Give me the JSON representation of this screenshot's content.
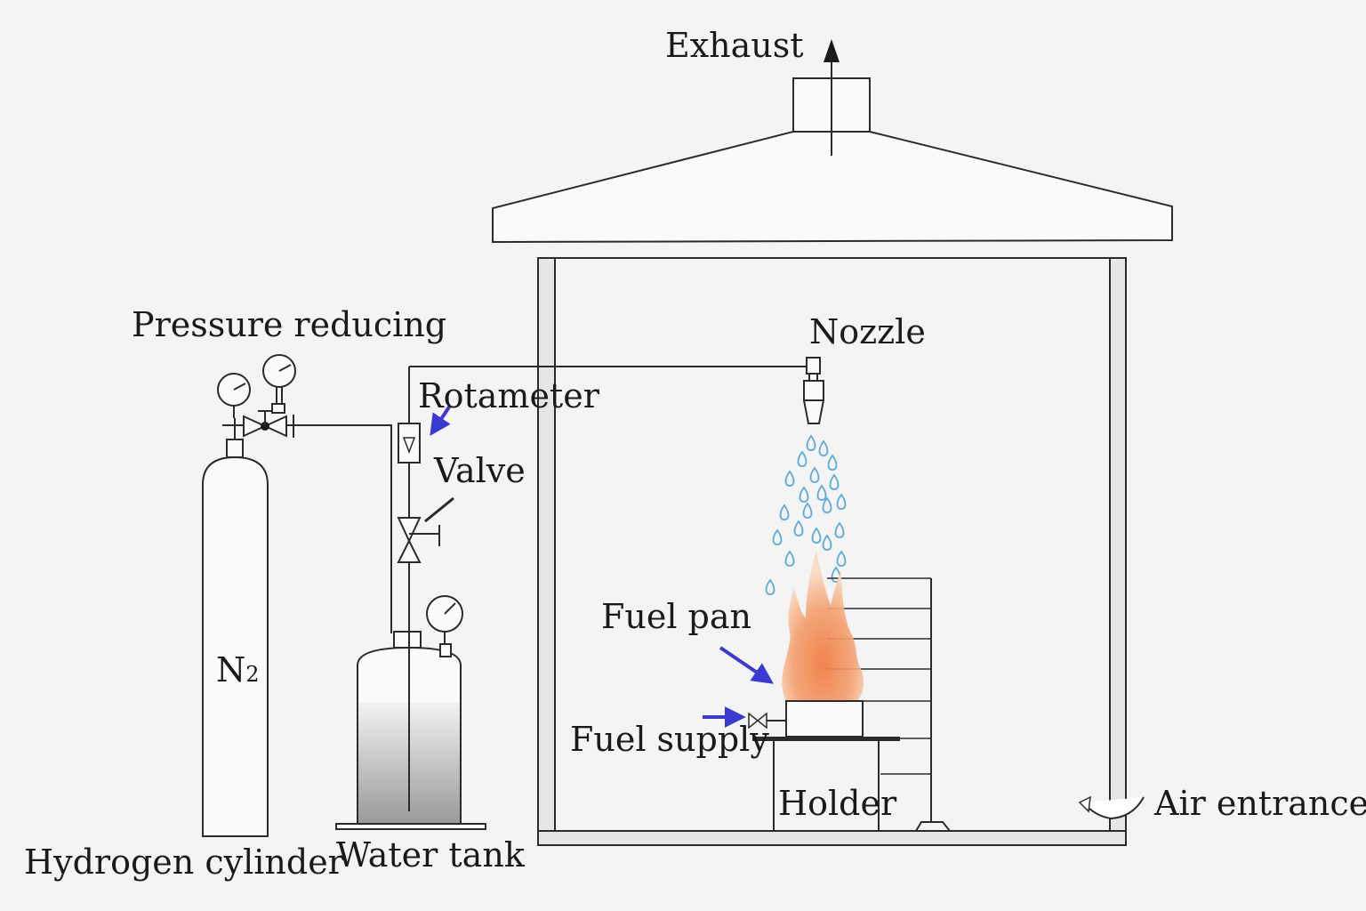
{
  "labels": {
    "exhaust": "Exhaust",
    "pressure_reducing": "Pressure reducing",
    "nozzle": "Nozzle",
    "rotameter": "Rotameter",
    "valve": "Valve",
    "fuel_pan": "Fuel pan",
    "fuel_supply": "Fuel supply",
    "holder": "Holder",
    "air_entrance": "Air entrance",
    "hydrogen_cylinder": "Hydrogen cylinder",
    "water_tank": "Water tank",
    "cylinder_gas": "N",
    "cylinder_gas_sub": "2"
  },
  "colors": {
    "arrow": "#3a3ad0",
    "droplet": "#5aa8e0",
    "flame_outer": "#f3a070",
    "flame_inner": "#f07a40",
    "water": "#9a9a9a"
  }
}
